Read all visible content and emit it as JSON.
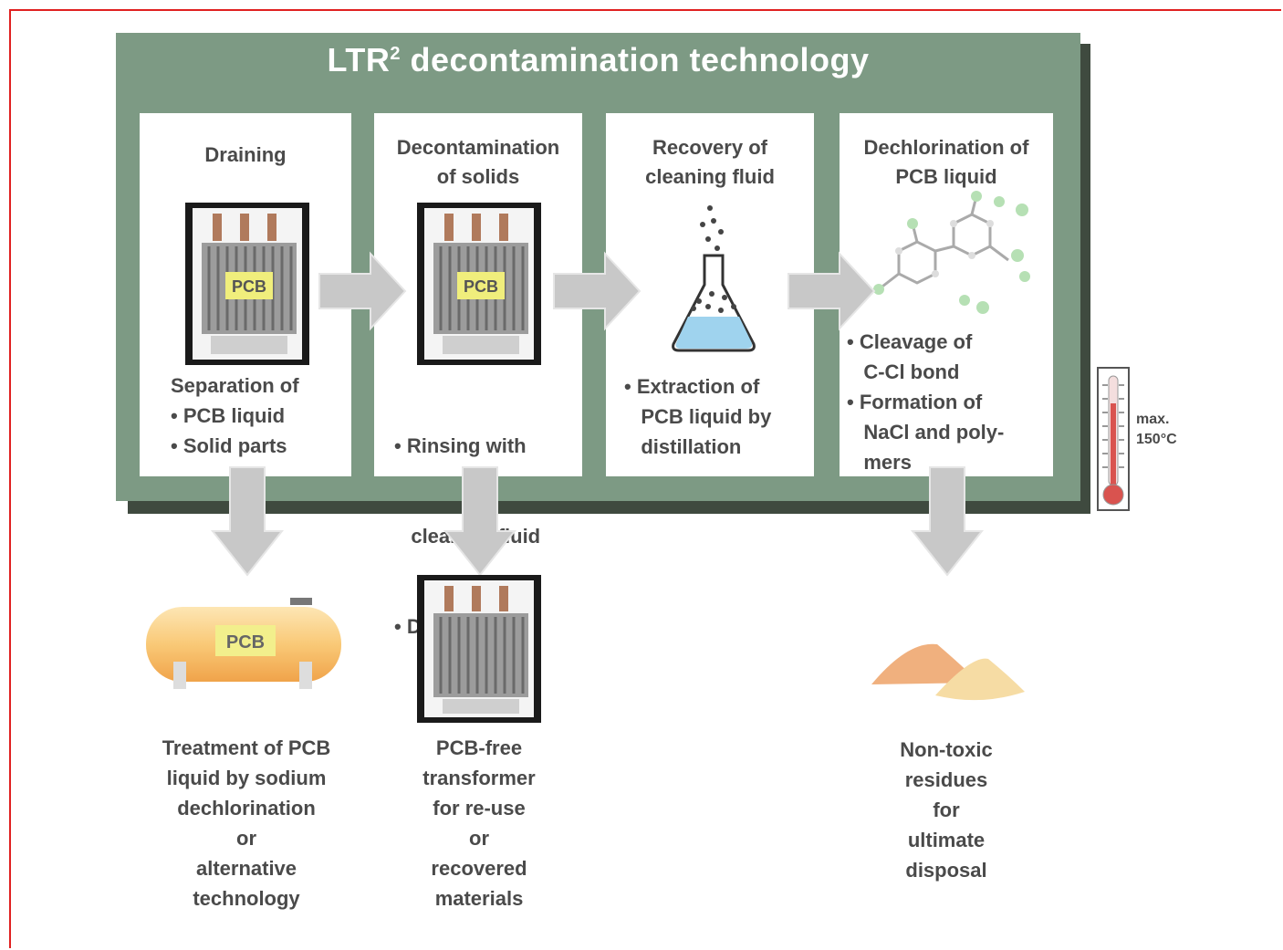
{
  "title": {
    "main": "LTR",
    "superscript": "2",
    "rest": " decontamination technology"
  },
  "steps": [
    {
      "title": "Draining",
      "lines": [
        "Separation of",
        "• PCB liquid",
        "• Solid parts"
      ],
      "image_label": "PCB"
    },
    {
      "title": "Decontamination\nof solids",
      "lines": [
        "• Rinsing with",
        "   cleaning fluid",
        "• Drying"
      ],
      "image_label": "PCB"
    },
    {
      "title": "Recovery of\ncleaning fluid",
      "lines": [
        "• Extraction of",
        "   PCB liquid by",
        "   distillation"
      ]
    },
    {
      "title": "Dechlorination of\nPCB liquid",
      "lines": [
        "• Cleavage of",
        "   C-Cl bond",
        "• Formation of",
        "   NaCl and poly-",
        "   mers"
      ]
    }
  ],
  "thermometer": {
    "line1": "max.",
    "line2": "150°C"
  },
  "outputs": [
    {
      "lines": [
        "Treatment of PCB",
        "liquid by sodium",
        "dechlorination",
        "or",
        "alternative",
        "technology"
      ],
      "image_label": "PCB"
    },
    {
      "lines": [
        "PCB-free",
        "transformer",
        "for re-use",
        "or",
        "recovered",
        "materials"
      ]
    },
    {
      "lines": [
        "Non-toxic",
        "residues",
        "for",
        "ultimate",
        "disposal"
      ]
    }
  ],
  "colors": {
    "panel": "#7d9a84",
    "panel_shadow": "#3f4a3f",
    "arrow": "#c8c8c8",
    "frame": "#e02020",
    "text": "#4a4a4a"
  }
}
